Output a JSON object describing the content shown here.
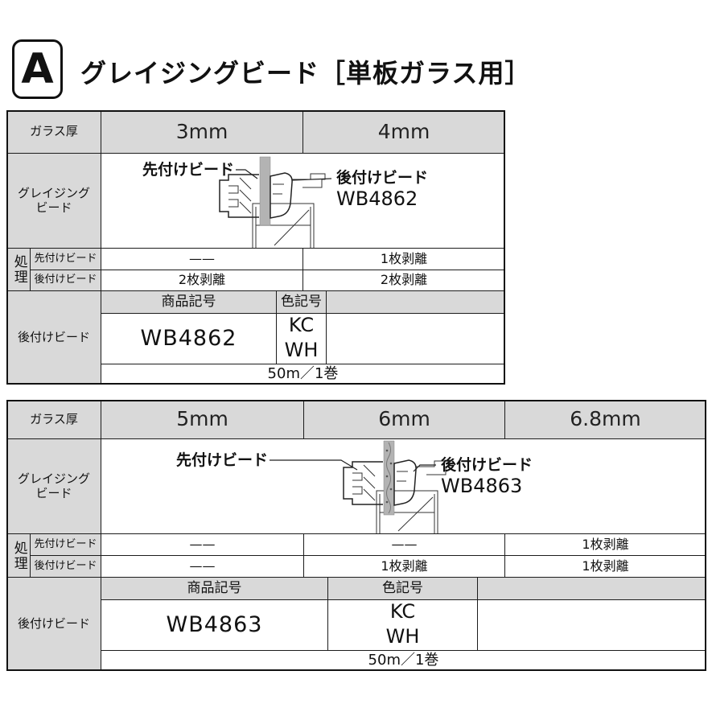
{
  "page": {
    "badge": "A",
    "title": "グレイジングビード［単板ガラス用］"
  },
  "shared": {
    "glass_thickness": "ガラス厚",
    "glazing_bead_line1": "グレイジング",
    "glazing_bead_line2": "ビード",
    "processing": "処理",
    "pre_bead": "先付けビード",
    "post_bead": "後付けビード",
    "product_code_header": "商品記号",
    "color_code_header": "色記号",
    "packing": "50m／1巻"
  },
  "table1": {
    "thicknesses": [
      "3mm",
      "4mm"
    ],
    "diagram": {
      "pre_label": "先付けビード",
      "post_label": "後付けビード",
      "code": "WB4862"
    },
    "processing_pre": [
      "——",
      "1枚剥離"
    ],
    "processing_post": [
      "2枚剥離",
      "2枚剥離"
    ],
    "product_code": "WB4862",
    "color_codes": [
      "KC",
      "WH"
    ]
  },
  "table2": {
    "thicknesses": [
      "5mm",
      "6mm",
      "6.8mm"
    ],
    "diagram": {
      "pre_label": "先付けビード",
      "post_label": "後付けビード",
      "code": "WB4863"
    },
    "processing_pre": [
      "——",
      "——",
      "1枚剥離"
    ],
    "processing_post": [
      "——",
      "1枚剥離",
      "1枚剥離"
    ],
    "product_code": "WB4863",
    "color_codes": [
      "KC",
      "WH"
    ]
  },
  "colors": {
    "header_bg": "#d9d9d9",
    "border": "#1c1c1c",
    "glass_fill": "#b3b3b3"
  }
}
